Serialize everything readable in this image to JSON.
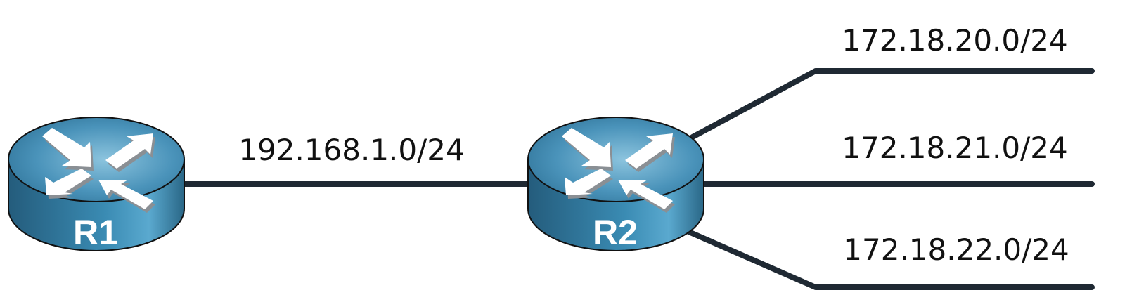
{
  "diagram": {
    "type": "network-topology",
    "routers": [
      {
        "id": "R1",
        "label": "R1"
      },
      {
        "id": "R2",
        "label": "R2"
      }
    ],
    "links": [
      {
        "from": "R1",
        "to": "R2",
        "network": "192.168.1.0/24"
      },
      {
        "from": "R2",
        "to": "stub",
        "network": "172.18.20.0/24"
      },
      {
        "from": "R2",
        "to": "stub",
        "network": "172.18.21.0/24"
      },
      {
        "from": "R2",
        "to": "stub",
        "network": "172.18.22.0/24"
      }
    ],
    "colors": {
      "link": "#1f2933",
      "router_top": "#4f9cc0",
      "router_side": "#2f7aa0",
      "router_outline": "#111111",
      "text": "#111111"
    }
  }
}
